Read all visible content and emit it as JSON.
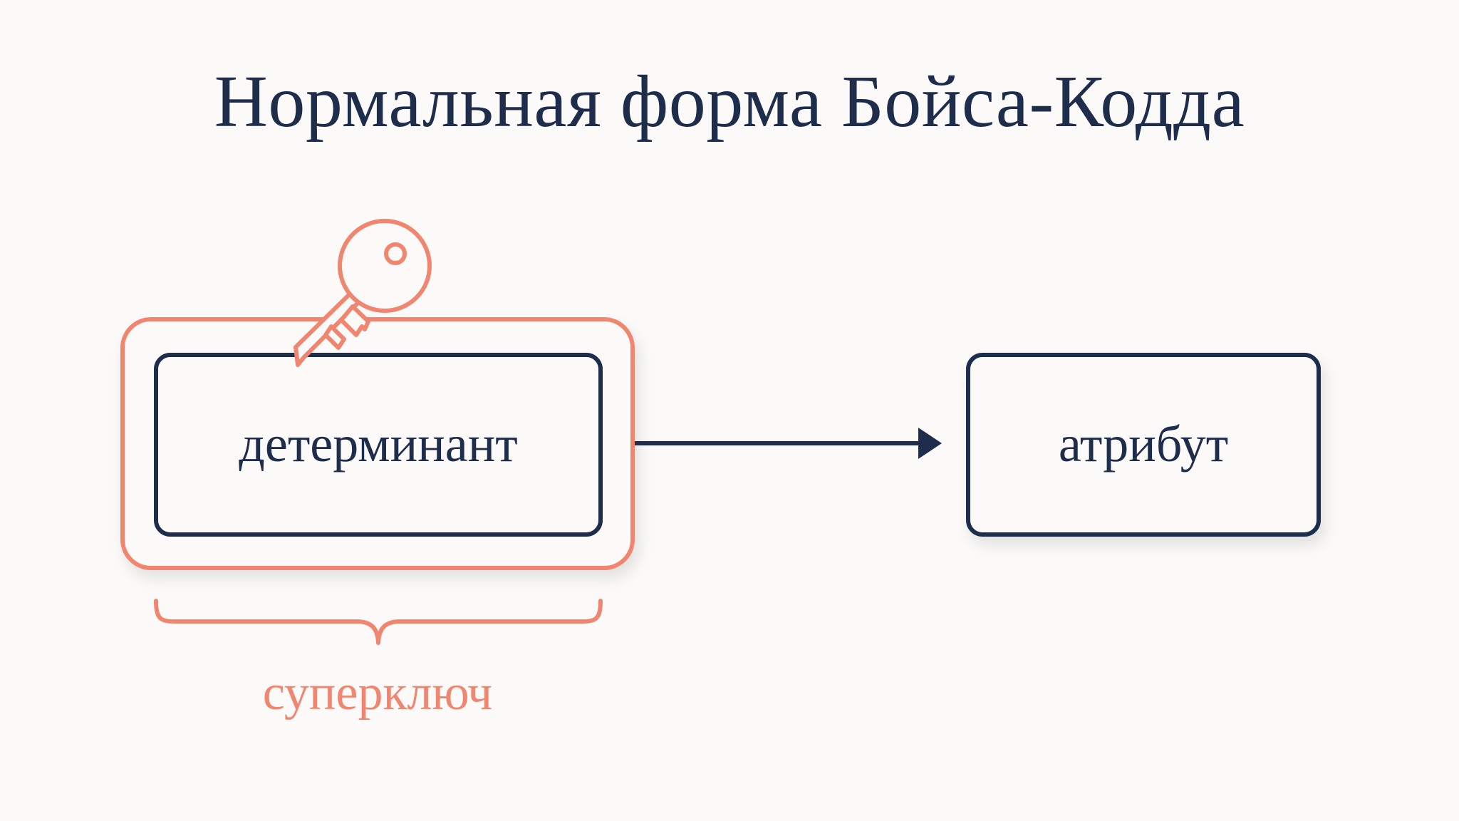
{
  "title": "Нормальная форма Бойса-Кодда",
  "determinant": {
    "label": "детерминант"
  },
  "attribute": {
    "label": "атрибут"
  },
  "superkey": {
    "label": "суперключ"
  },
  "colors": {
    "background": "#fbfaf8",
    "primary": "#1f2d4d",
    "accent": "#f08670"
  },
  "icons": {
    "key": "key-icon",
    "arrow": "arrow-right-icon",
    "brace": "curly-brace"
  }
}
